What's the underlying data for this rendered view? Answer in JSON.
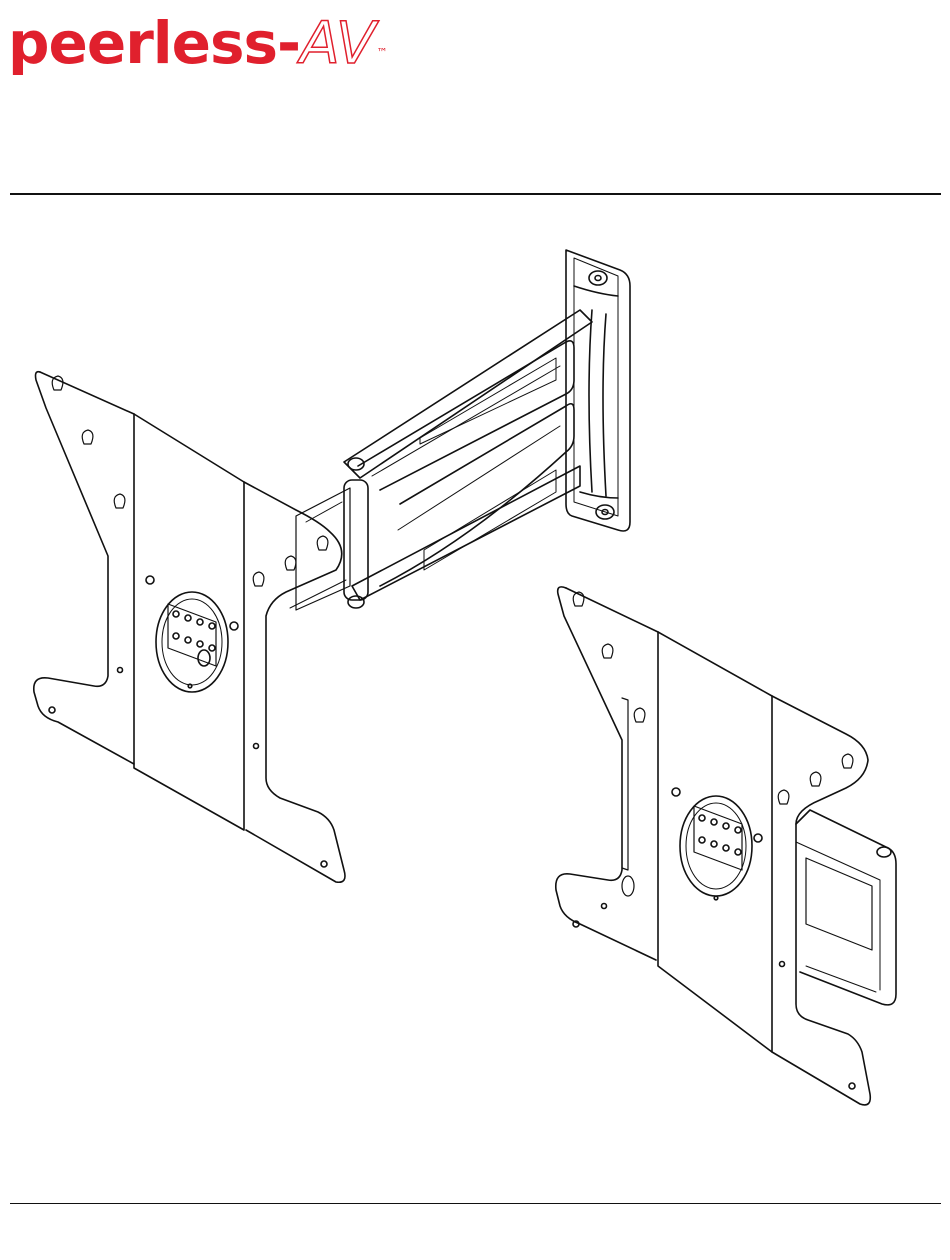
{
  "brand": {
    "name_main": "peerless-",
    "name_av": "AV",
    "trademark": "™",
    "color": "#e0202d"
  },
  "illustration": {
    "figures": [
      {
        "name": "wall-mount-arm-extended"
      },
      {
        "name": "wall-mount-arm-folded"
      }
    ]
  }
}
